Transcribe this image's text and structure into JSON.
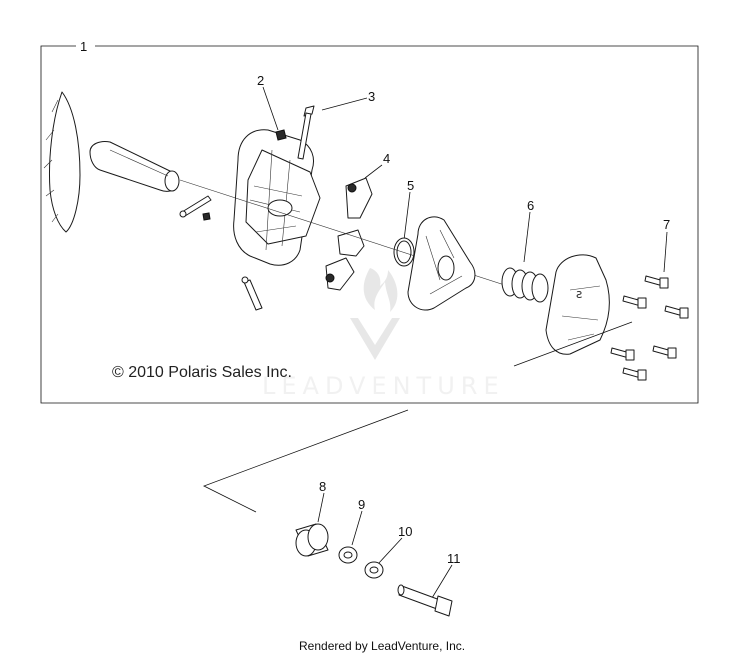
{
  "callouts": {
    "c1": "1",
    "c2": "2",
    "c3": "3",
    "c4": "4",
    "c5": "5",
    "c6": "6",
    "c7": "7",
    "c8": "8",
    "c9": "9",
    "c10": "10",
    "c11": "11"
  },
  "copyright": "© 2010 Polaris Sales Inc.",
  "watermark": "LEADVENTURE",
  "footer": "Rendered by LeadVenture, Inc.",
  "colors": {
    "ink": "#111111",
    "watermark": "#cfcfcf",
    "background": "#ffffff"
  }
}
